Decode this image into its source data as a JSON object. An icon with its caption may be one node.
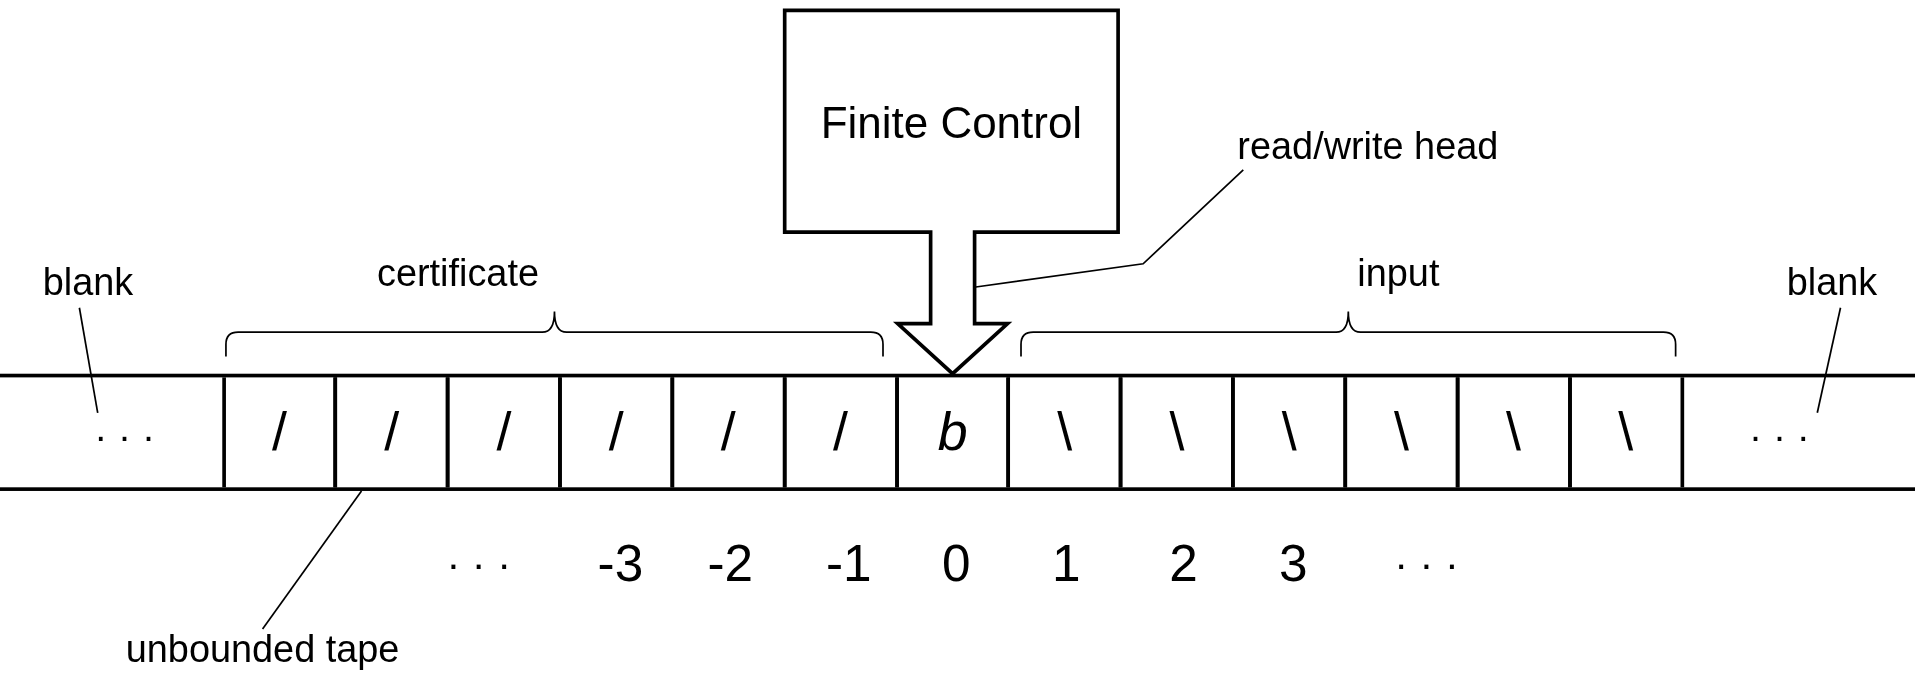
{
  "diagram": {
    "nodes": [
      {
        "text": [
          "Finite Control"
        ]
      },
      {
        "text": [],
        "shape": "bar"
      },
      {
        "text": [
          "/"
        ],
        "in": 1
      },
      {
        "text": [
          "/"
        ],
        "in": 1
      },
      {
        "text": [
          "/"
        ],
        "in": 1
      },
      {
        "text": [
          "/"
        ],
        "in": 1
      },
      {
        "text": [
          "/"
        ],
        "in": 1
      },
      {
        "text": [
          "/"
        ],
        "in": 1
      },
      {
        "text": [
          "b"
        ],
        "in": 1
      },
      {
        "text": [
          "\\"
        ],
        "in": 1
      },
      {
        "text": [
          "\\"
        ],
        "in": 1
      },
      {
        "text": [
          "\\"
        ],
        "in": 1
      },
      {
        "text": [
          "\\"
        ],
        "in": 1
      },
      {
        "text": [
          "\\"
        ],
        "in": 1
      },
      {
        "text": [
          "\\"
        ],
        "in": 1
      },
      {
        "text": [
          "· · ·"
        ],
        "in": 1
      },
      {
        "text": [
          "· · ·"
        ],
        "in": 1
      },
      {
        "text": [
          "blank"
        ]
      },
      {
        "text": [
          "blank"
        ]
      },
      {
        "text": [
          "read/write head"
        ]
      },
      {
        "text": [
          "unbounded tape"
        ]
      }
    ],
    "edges": [
      {
        "from": 17,
        "to": 15,
        "arrow": "none"
      },
      {
        "from": 18,
        "to": 16,
        "arrow": "none"
      },
      {
        "from": 19,
        "to": 0,
        "arrow": "none"
      },
      {
        "from": 20,
        "to": 1,
        "arrow": "none"
      }
    ],
    "labels": [
      "certificate",
      "input",
      "· · ·",
      "-3",
      "-2",
      "-1",
      "0",
      "1",
      "2",
      "3",
      "· · ·"
    ]
  }
}
